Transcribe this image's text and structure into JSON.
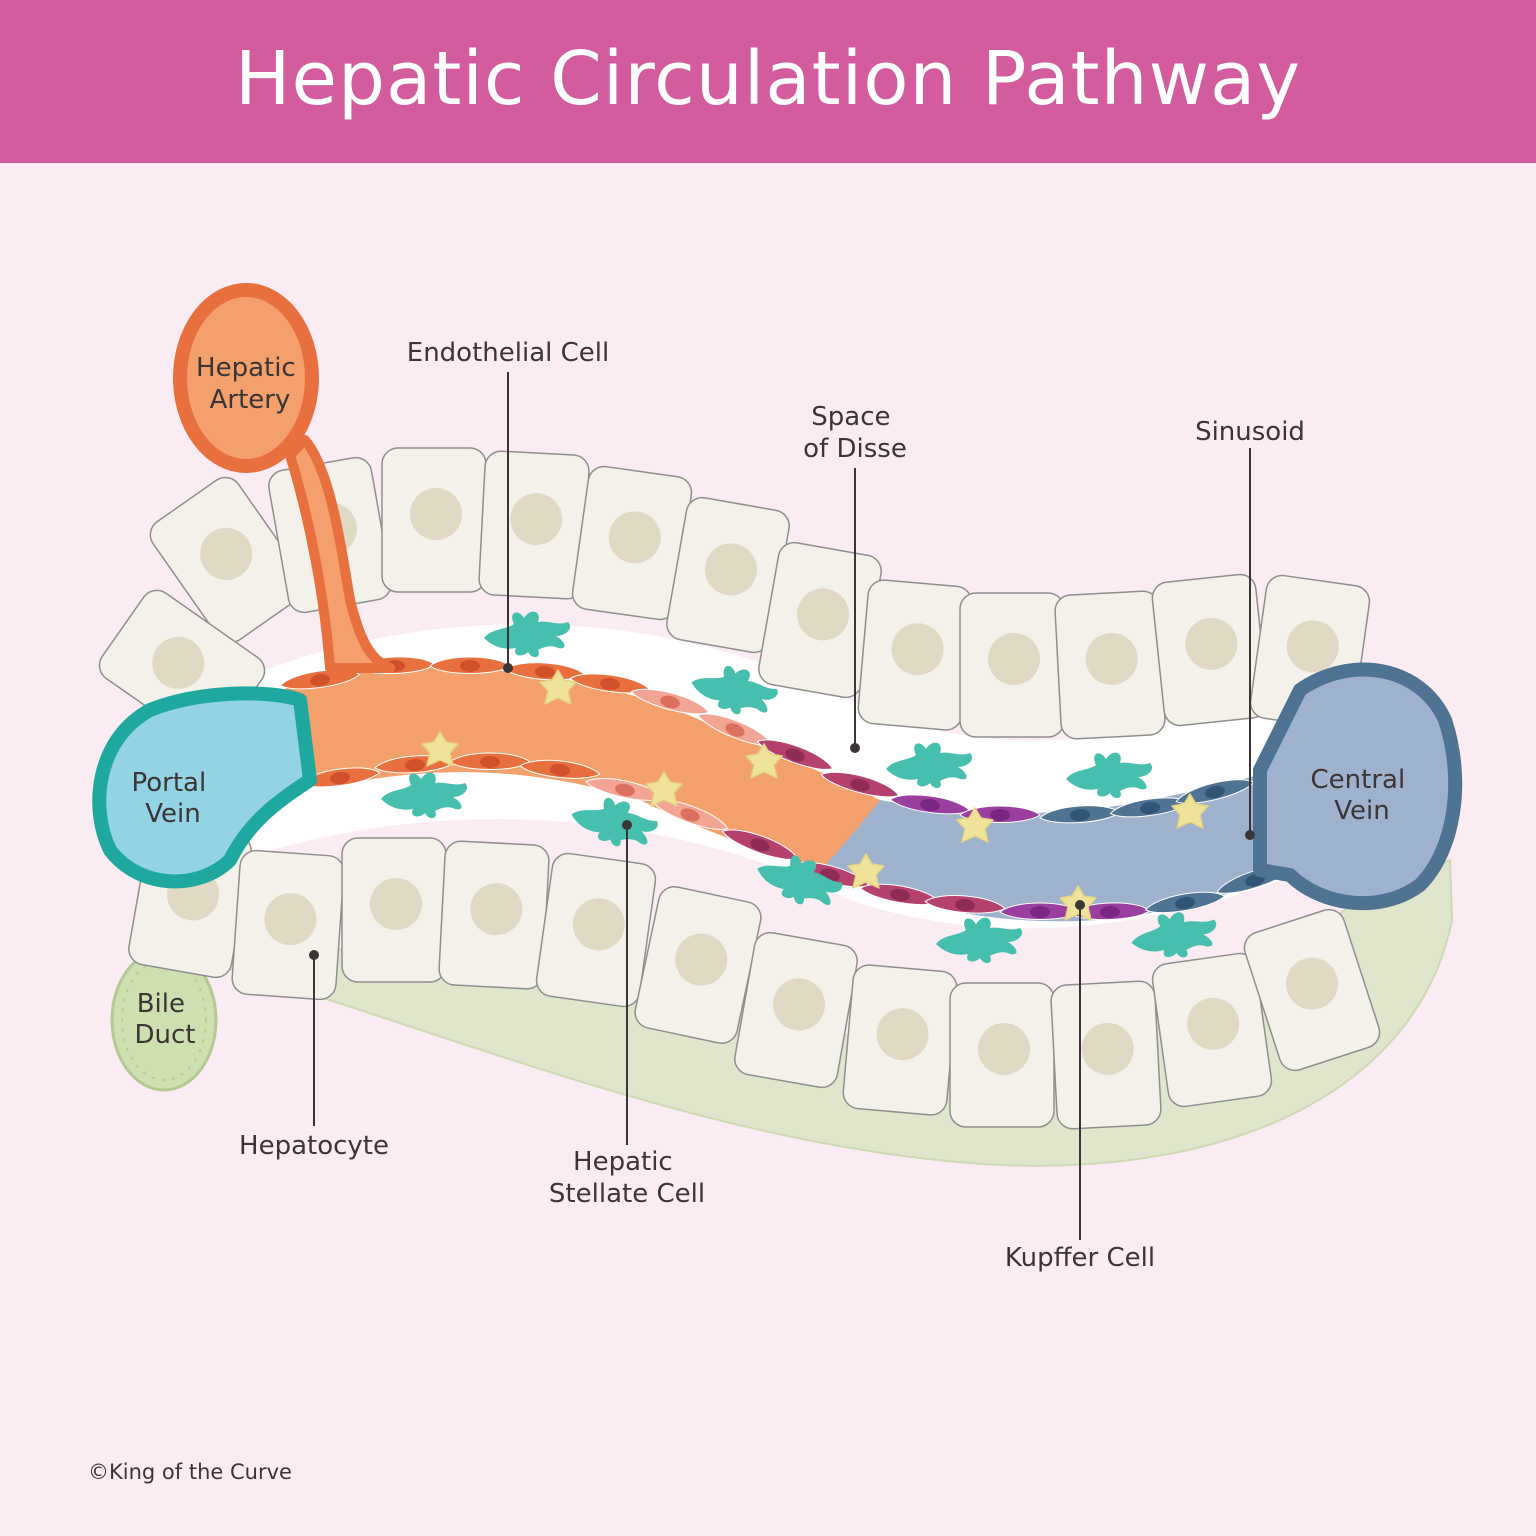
{
  "title": "Hepatic Circulation Pathway",
  "labels": {
    "hepatic_artery": [
      "Hepatic",
      "Artery"
    ],
    "portal_vein": [
      "Portal",
      "Vein"
    ],
    "bile_duct": [
      "Bile",
      "Duct"
    ],
    "central_vein": [
      "Central",
      "Vein"
    ],
    "endothelial_cell": "Endothelial Cell",
    "space_of_disse": [
      "Space",
      "of Disse"
    ],
    "sinusoid": "Sinusoid",
    "hepatocyte": "Hepatocyte",
    "hepatic_stellate_cell": [
      "Hepatic",
      "Stellate Cell"
    ],
    "kupffer_cell": "Kupffer Cell"
  },
  "copyright": "©King of the Curve",
  "colors": {
    "header": "#d25c9e",
    "background": "#fbecf3",
    "artery": "#e8703f",
    "arterial_blood": "#f3a06c",
    "portal_vein": "#1fa8a0",
    "portal_fill": "#93d3e3",
    "central_vein": "#4e7393",
    "venous_blood": "#9fb2cd",
    "hepatocyte": "#f3f1ea",
    "nucleus": "#e0d9c3",
    "stellate": "#47bfae",
    "kupffer": "#efe39c",
    "bile": "#dfe6cc"
  }
}
